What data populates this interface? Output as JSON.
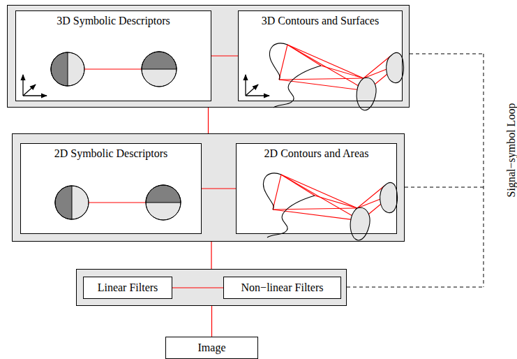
{
  "diagram": {
    "nodes": [
      {
        "text": []
      },
      {
        "text": [
          "3D Symbolic Descriptors"
        ],
        "in": 0
      },
      {
        "text": [
          "3D Contours and Surfaces"
        ],
        "in": 0
      },
      {
        "text": []
      },
      {
        "text": [
          "2D Symbolic Descriptors"
        ],
        "in": 3
      },
      {
        "text": [
          "2D Contours and Areas"
        ],
        "in": 3
      },
      {
        "text": []
      },
      {
        "text": [
          "Linear Filters"
        ],
        "in": 6
      },
      {
        "text": [
          "Non−linear Filters"
        ],
        "in": 6
      },
      {
        "text": [
          "Image"
        ]
      }
    ],
    "edges": [
      {
        "from": 1,
        "to": 2,
        "arrow": "none"
      },
      {
        "from": 4,
        "to": 5,
        "arrow": "none"
      },
      {
        "from": 7,
        "to": 8,
        "arrow": "none"
      },
      {
        "from": 0,
        "to": 3,
        "arrow": "none"
      },
      {
        "from": 3,
        "to": 6,
        "arrow": "none"
      },
      {
        "from": 6,
        "to": 9,
        "arrow": "none"
      }
    ],
    "labels": [
      "Signal−symbol Loop"
    ]
  }
}
